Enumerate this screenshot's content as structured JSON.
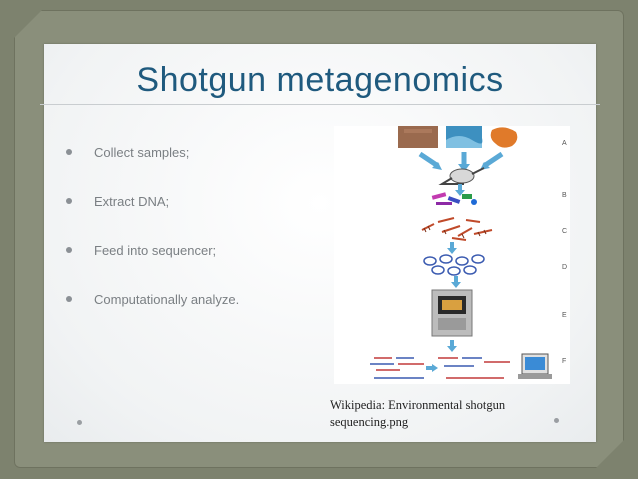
{
  "slide": {
    "title": "Shotgun metagenomics",
    "bullets": [
      "Collect samples;",
      "Extract DNA;",
      "Feed into sequencer;",
      "Computationally analyze."
    ],
    "figure": {
      "panel_labels": [
        "A",
        "B",
        "C",
        "D",
        "E",
        "F"
      ]
    },
    "caption_line1": "Wikipedia: Environmental shotgun",
    "caption_line2": "sequencing.png"
  },
  "colors": {
    "title": "#1f5a7e",
    "background": "#7d826e",
    "slide": "#f7f8f8",
    "arrow": "#5aa9d6"
  }
}
